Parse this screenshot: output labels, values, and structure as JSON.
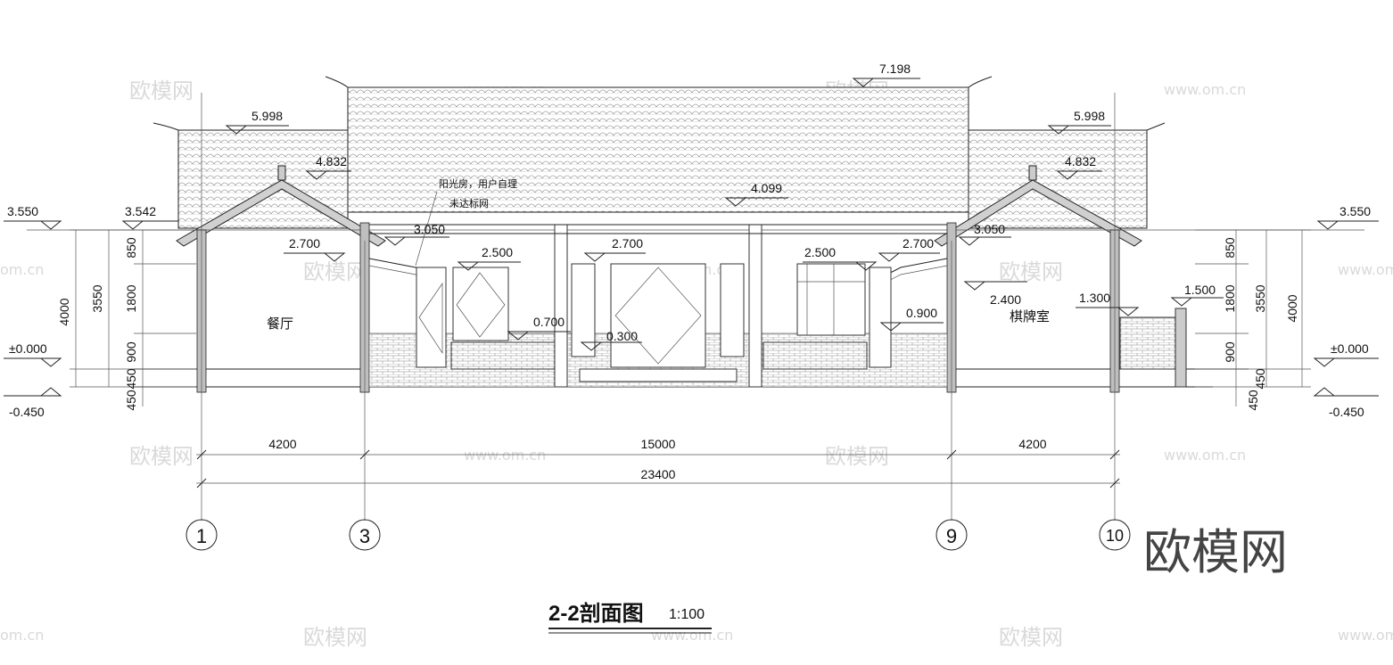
{
  "drawing": {
    "title": "2-2剖面图",
    "scale": "1:100",
    "elevations": {
      "main_ridge": "7.198",
      "left_roof": "5.998",
      "right_roof": "5.998",
      "left_gable": "4.832",
      "right_gable": "4.832",
      "center_beam": "4.099",
      "left_eave": "3.542",
      "left_outer": "3.550",
      "right_outer": "3.550",
      "left_inner": "3.050",
      "right_inner": "3.050",
      "left_room_ceiling": "2.700",
      "center_ceiling": "2.700",
      "right_ceiling": "2.700",
      "window_left": "2.500",
      "window_right": "2.500",
      "right_room": "2.400",
      "fence_top": "1.500",
      "right_low": "1.300",
      "sill_right": "0.900",
      "sill_left": "0.700",
      "step": "0.300",
      "left_zero": "±0.000",
      "right_zero": "±0.000",
      "left_ground": "-0.450",
      "right_ground": "-0.450"
    },
    "annotation": [
      "阳光房，用户自理",
      "未达标网"
    ],
    "rooms": [
      "餐厅",
      "棋牌室"
    ],
    "dims_left_inner": [
      "850",
      "1800",
      "900",
      "450"
    ],
    "dims_left_outer": [
      "3550",
      "4000"
    ],
    "dims_left_bottom": "450",
    "dims_right_inner": [
      "850",
      "1800",
      "900",
      "450"
    ],
    "dims_right_outer": [
      "3550",
      "4000"
    ],
    "dims_right_bottom": "450",
    "spans": [
      "4200",
      "15000",
      "4200"
    ],
    "total": "23400",
    "axes": [
      "1",
      "3",
      "9",
      "10"
    ]
  },
  "watermark": {
    "brand": "欧模网",
    "url": "www.om.cn",
    "url_short": "om.cn"
  }
}
